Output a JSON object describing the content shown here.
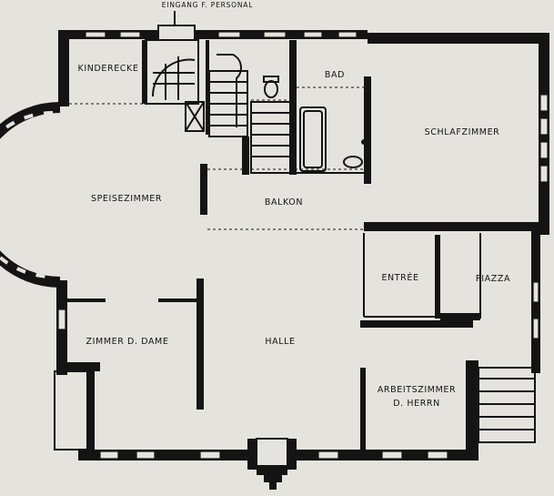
{
  "labels": {
    "entrance": "EINGANG F. PERSONAL",
    "kinderecke": "KINDERECKE",
    "bad": "BAD",
    "schlafzimmer": "SCHLAFZIMMER",
    "speisezimmer": "SPEISEZIMMER",
    "balkon": "BALKON",
    "entree": "ENTRÉE",
    "piazza": "PIAZZA",
    "zimmer_dame": "ZIMMER D. DAME",
    "halle": "HALLE",
    "arbeitszimmer_1": "ARBEITSZIMMER",
    "arbeitszimmer_2": "D. HERRN"
  },
  "colors": {
    "paper": "#e4e3dd",
    "ink": "#141414"
  }
}
